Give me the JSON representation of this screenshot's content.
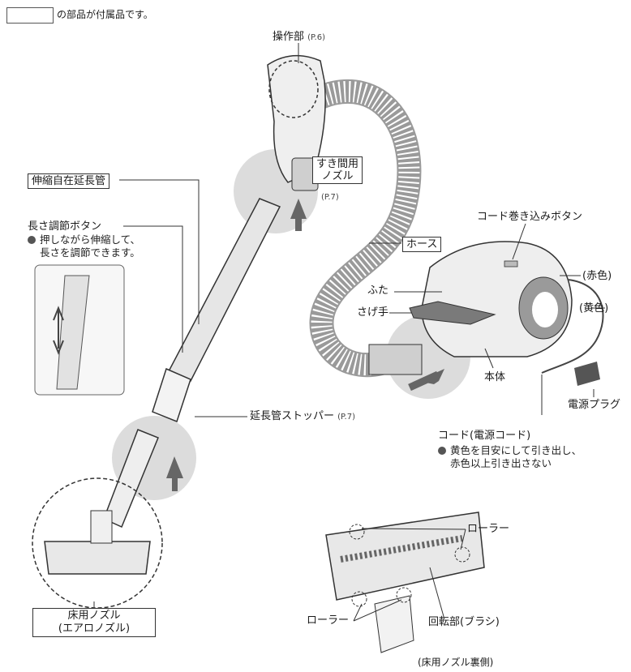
{
  "legend": {
    "text": "の部品が付属品です。"
  },
  "labels": {
    "sousabu": "操作部",
    "sousabu_ref": "(P.6)",
    "sukima_line1": "すき間用",
    "sukima_line2": "ノズル",
    "sukima_ref": "(P.7)",
    "shinshuku": "伸縮自在延長管",
    "nagasa": "長さ調節ボタン",
    "nagasa_note1": "押しながら伸縮して、",
    "nagasa_note2": "長さを調節できます。",
    "hose": "ホース",
    "cord_button": "コード巻き込みボタン",
    "futa": "ふた",
    "sagete": "さげ手",
    "honntai": "本体",
    "akairo": "(赤色)",
    "kiiro": "(黄色)",
    "plug": "電源プラグ",
    "stopper": "延長管ストッパー",
    "stopper_ref": "(P.7)",
    "cord": "コード(電源コード)",
    "cord_note1": "黄色を目安にして引き出し、",
    "cord_note2": "赤色以上引き出さない",
    "roller_top": "ローラー",
    "roller_left": "ローラー",
    "kaitenbu": "回転部(ブラシ)",
    "floor_nozzle_line1": "床用ノズル",
    "floor_nozzle_line2": "(エアロノズル)",
    "underside": "(床用ノズル裏側)"
  },
  "colors": {
    "line": "#333333",
    "gray": "#d9d9d9",
    "mid": "#9a9a9a",
    "dark": "#555555",
    "light": "#efefef"
  }
}
